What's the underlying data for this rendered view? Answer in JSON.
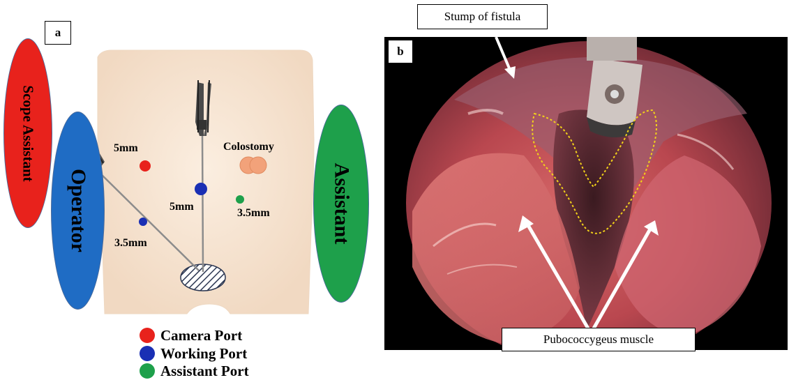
{
  "panel_a": {
    "label": "a",
    "roles": {
      "scope_assistant": "Scope Assistant",
      "operator": "Operator",
      "assistant": "Assistant"
    },
    "ports": {
      "camera_size": "5mm",
      "working_center_size": "5mm",
      "working_left_size": "3.5mm",
      "assistant_size": "3.5mm",
      "colostomy": "Colostomy"
    },
    "legend": [
      {
        "label": "Camera Port",
        "color": "#e8221c"
      },
      {
        "label": "Working Port",
        "color": "#1a2fb4"
      },
      {
        "label": "Assistant Port",
        "color": "#1ea04b"
      }
    ],
    "colors": {
      "scope_assistant": "#e8221c",
      "operator": "#1f6cc4",
      "assistant": "#1ea04b",
      "skin": "#f6e4d2",
      "colostomy": "#f2a27a"
    }
  },
  "panel_b": {
    "label": "b",
    "callout_top": "Stump of fistula",
    "callout_bottom": "Pubococcygeus muscle"
  }
}
